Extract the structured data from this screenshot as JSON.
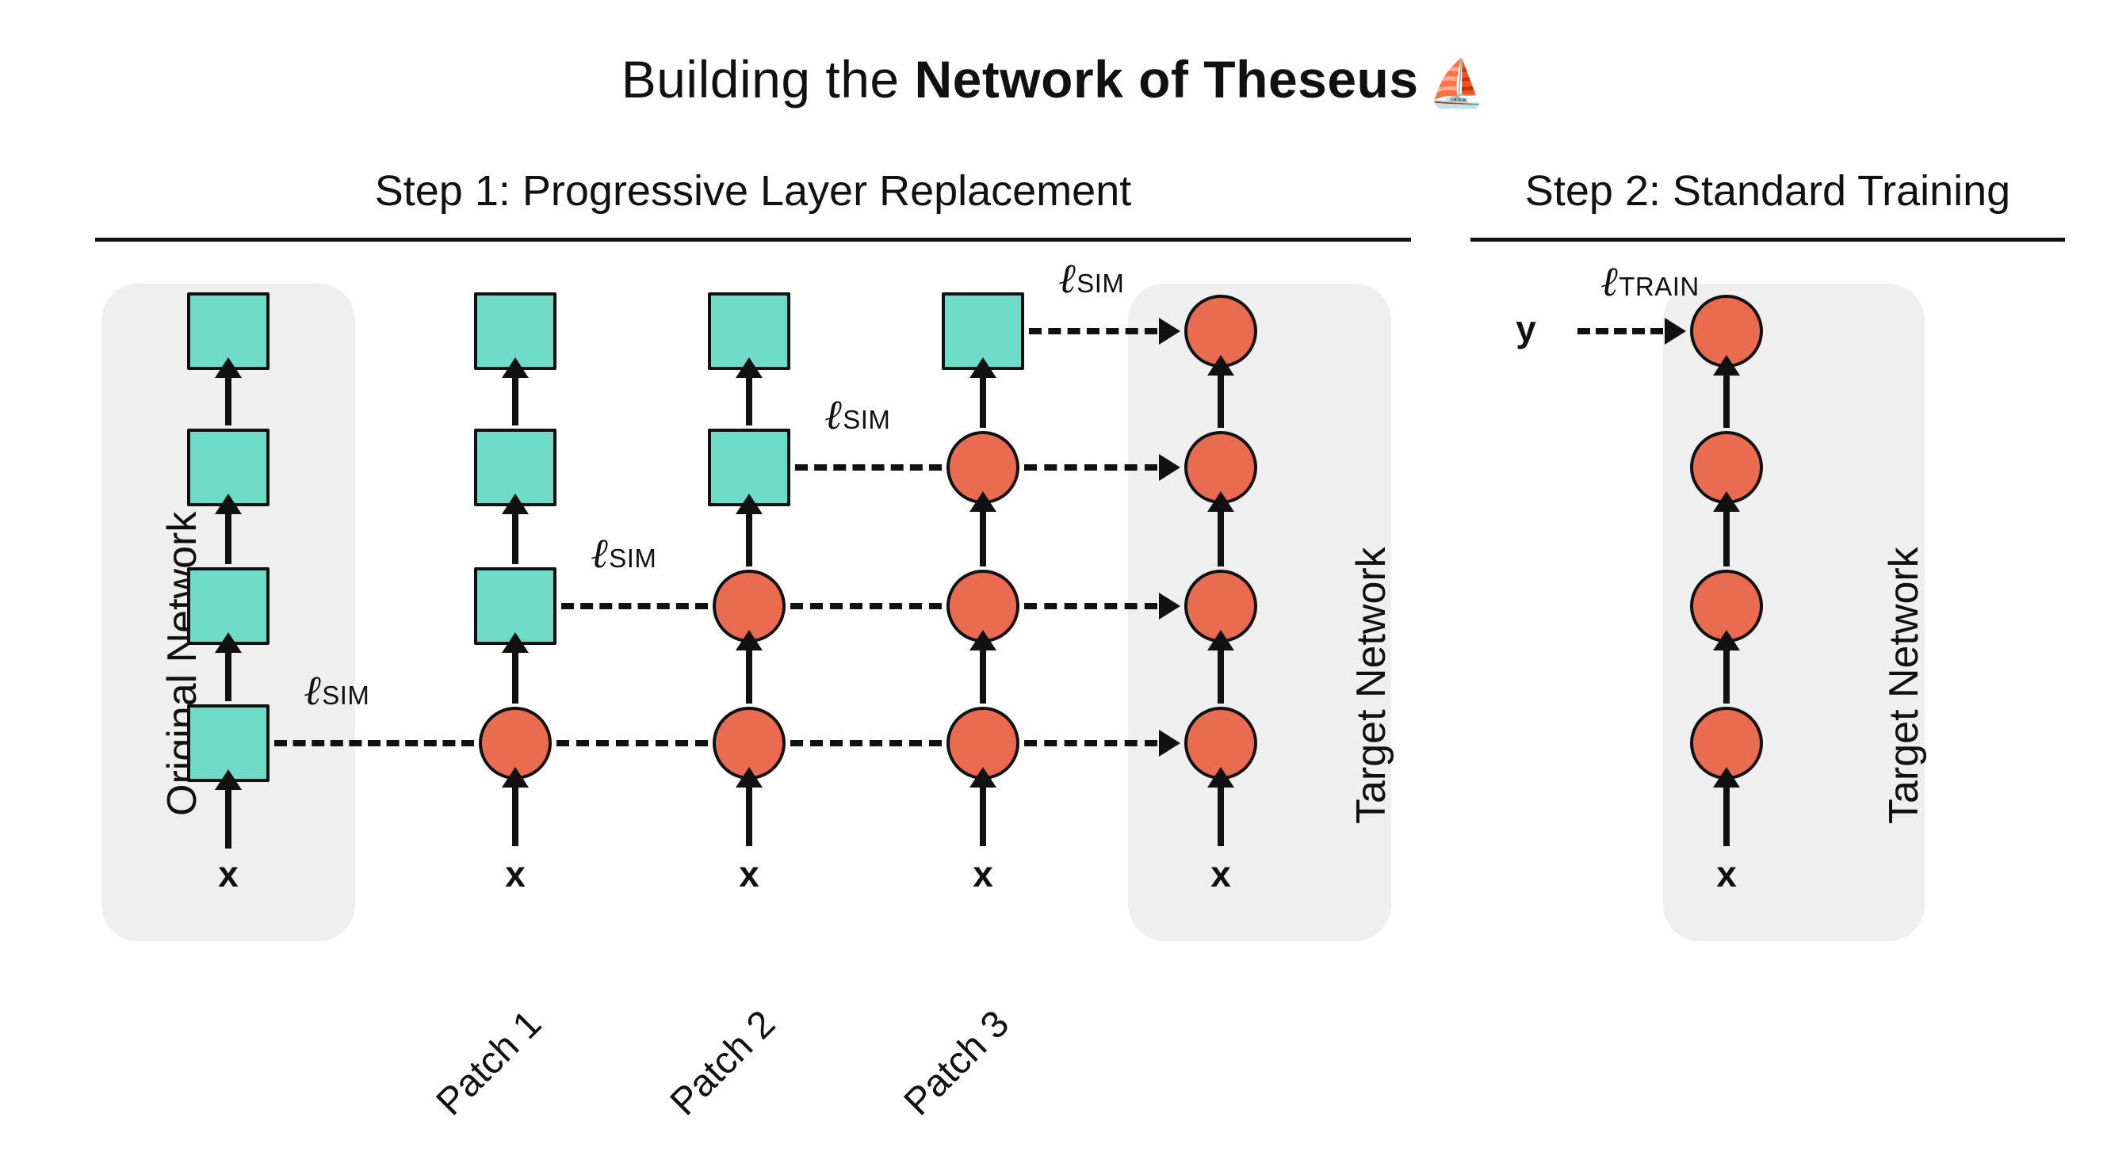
{
  "title": {
    "prefix": "Building the ",
    "emphasis": "Network of Theseus",
    "emoji": "⛵"
  },
  "steps": [
    {
      "id": "step1",
      "label": "Step 1: Progressive Layer Replacement"
    },
    {
      "id": "step2",
      "label": "Step 2: Standard Training"
    }
  ],
  "panels": {
    "original_network": {
      "caption": "Original Network"
    },
    "target_network_step1": {
      "caption": "Target Network"
    },
    "target_network_step2": {
      "caption": "Target Network"
    }
  },
  "columns": [
    {
      "name": "original-network",
      "input_label": "x",
      "patch_caption": null,
      "layers": [
        "square",
        "square",
        "square",
        "square"
      ]
    },
    {
      "name": "patch-1",
      "input_label": "x",
      "patch_caption": "Patch 1",
      "layers": [
        "circle",
        "square",
        "square",
        "square"
      ]
    },
    {
      "name": "patch-2",
      "input_label": "x",
      "patch_caption": "Patch 2",
      "layers": [
        "circle",
        "circle",
        "square",
        "square"
      ]
    },
    {
      "name": "patch-3",
      "input_label": "x",
      "patch_caption": "Patch 3",
      "layers": [
        "circle",
        "circle",
        "circle",
        "square"
      ]
    },
    {
      "name": "target-network",
      "input_label": "x",
      "patch_caption": null,
      "layers": [
        "circle",
        "circle",
        "circle",
        "circle"
      ]
    }
  ],
  "step2_column": {
    "name": "target-network-step2",
    "input_label": "x",
    "supervision_label": "y",
    "layers": [
      "circle",
      "circle",
      "circle",
      "circle"
    ]
  },
  "loss_labels": {
    "sim": {
      "symbol": "ℓ",
      "subscript": "SIM"
    },
    "train": {
      "symbol": "ℓ",
      "subscript": "TRAIN"
    }
  },
  "sim_losses": [
    {
      "row": 1,
      "after_column": "original-network"
    },
    {
      "row": 2,
      "after_column": "patch-1"
    },
    {
      "row": 3,
      "after_column": "patch-2"
    },
    {
      "row": 4,
      "after_column": "patch-3"
    }
  ],
  "colors": {
    "original_layer": "#6FDCC9",
    "replaced_layer": "#E96B50",
    "panel_background": "#efefef",
    "stroke": "#111111",
    "page_background": "#ffffff"
  }
}
